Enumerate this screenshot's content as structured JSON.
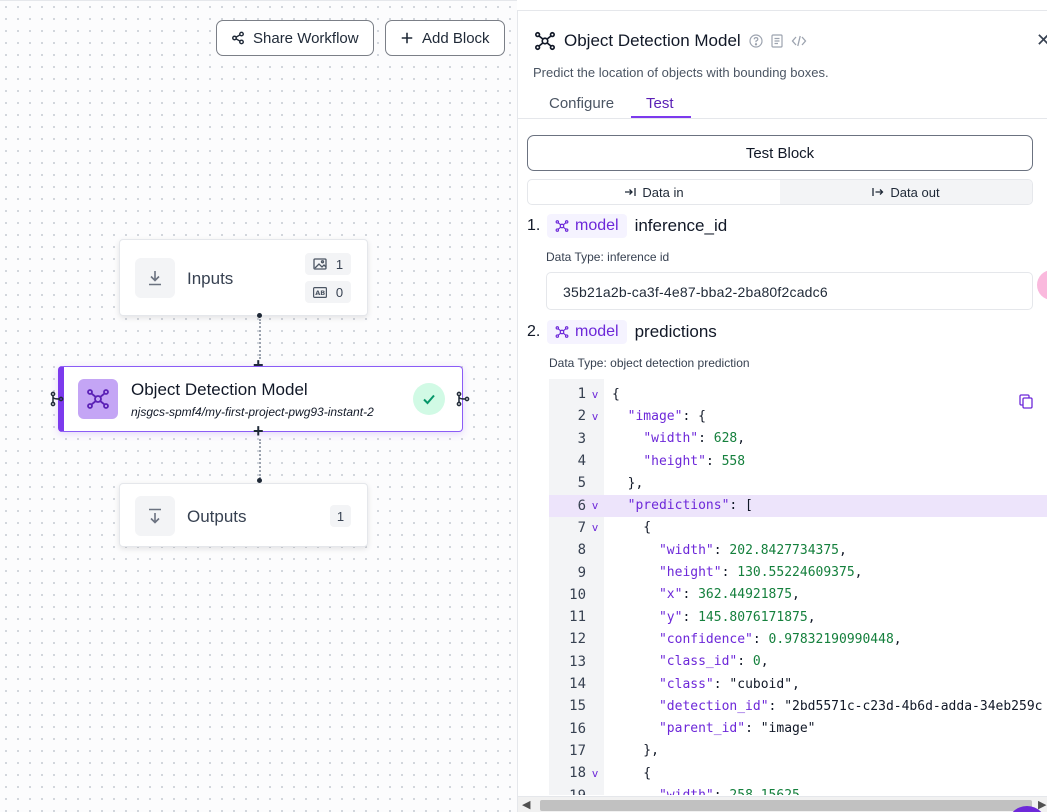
{
  "toolbar": {
    "share_label": "Share Workflow",
    "add_label": "Add Block"
  },
  "nodes": {
    "inputs": {
      "label": "Inputs",
      "image_count": "1",
      "text_count": "0"
    },
    "model": {
      "title": "Object Detection Model",
      "subtitle": "njsgcs-spmf4/my-first-project-pwg93-instant-2"
    },
    "outputs": {
      "label": "Outputs",
      "count": "1"
    }
  },
  "panel": {
    "title": "Object Detection Model",
    "description": "Predict the location of objects with bounding boxes.",
    "tabs": [
      {
        "label": "Configure"
      },
      {
        "label": "Test"
      }
    ],
    "active_tab": "Test",
    "test_button": "Test Block",
    "segments": [
      {
        "label": "Data in"
      },
      {
        "label": "Data out"
      }
    ],
    "outputs": [
      {
        "num": "1.",
        "chip": "model",
        "name": "inference_id",
        "dtype": "Data Type: inference id",
        "value": "35b21a2b-ca3f-4e87-bba2-2ba80f2cadc6"
      },
      {
        "num": "2.",
        "chip": "model",
        "name": "predictions",
        "dtype": "Data Type: object detection prediction"
      }
    ],
    "code_lines": [
      {
        "n": "1",
        "fold": "v",
        "text": "{"
      },
      {
        "n": "2",
        "fold": "v",
        "text": "  \"image\": {"
      },
      {
        "n": "3",
        "fold": "",
        "text": "    \"width\": 628,"
      },
      {
        "n": "4",
        "fold": "",
        "text": "    \"height\": 558"
      },
      {
        "n": "5",
        "fold": "",
        "text": "  },"
      },
      {
        "n": "6",
        "fold": "v",
        "text": "  \"predictions\": ["
      },
      {
        "n": "7",
        "fold": "v",
        "text": "    {"
      },
      {
        "n": "8",
        "fold": "",
        "text": "      \"width\": 202.8427734375,"
      },
      {
        "n": "9",
        "fold": "",
        "text": "      \"height\": 130.55224609375,"
      },
      {
        "n": "10",
        "fold": "",
        "text": "      \"x\": 362.44921875,"
      },
      {
        "n": "11",
        "fold": "",
        "text": "      \"y\": 145.8076171875,"
      },
      {
        "n": "12",
        "fold": "",
        "text": "      \"confidence\": 0.97832190990448,"
      },
      {
        "n": "13",
        "fold": "",
        "text": "      \"class_id\": 0,"
      },
      {
        "n": "14",
        "fold": "",
        "text": "      \"class\": \"cuboid\","
      },
      {
        "n": "15",
        "fold": "",
        "text": "      \"detection_id\": \"2bd5571c-c23d-4b6d-adda-34eb259c"
      },
      {
        "n": "16",
        "fold": "",
        "text": "      \"parent_id\": \"image\""
      },
      {
        "n": "17",
        "fold": "",
        "text": "    },"
      },
      {
        "n": "18",
        "fold": "v",
        "text": "    {"
      },
      {
        "n": "19",
        "fold": "",
        "text": "      \"width\": 258.15625"
      }
    ],
    "highlighted_line": "6"
  },
  "colors": {
    "accent": "#7c3aed",
    "success_bg": "#d1fae5",
    "success": "#059669"
  }
}
